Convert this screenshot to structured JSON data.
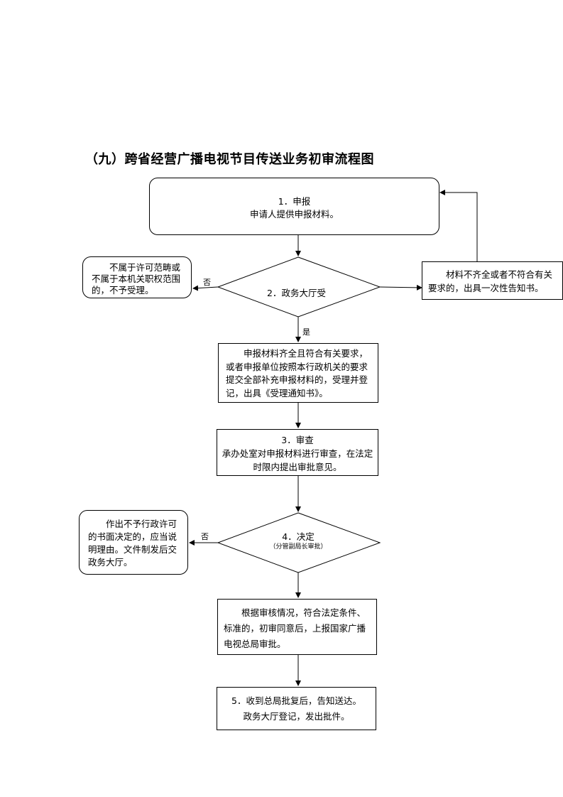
{
  "title": "（九）跨省经营广播电视节目传送业务初审流程图",
  "nodes": {
    "apply": {
      "line1": "1．申报",
      "line2": "申请人提供申报材料。"
    },
    "not_scope": {
      "text": "不属于许可范畴或不属于本机关职权范围的，不予受理。"
    },
    "hall_accept": {
      "text": "2．政务大厅受"
    },
    "incomplete": {
      "text": "材料不齐全或者不符合有关要求的，出具一次性告知书。"
    },
    "accept_register": {
      "text": "申报材料齐全且符合有关要求，或者申报单位按照本行政机关的要求提交全部补充申报材料的，受理并登记，出具《受理通知书》。"
    },
    "review": {
      "line1": "3．审查",
      "line2": "承办处室对申报材料进行审查，在法定时限内提出审批意见。"
    },
    "no_permit": {
      "text": "作出不予行政许可的书面决定的，应当说明理由。文件制发后交政务大厅。"
    },
    "decide": {
      "line1": "4．决定",
      "line2": "（分管副局长审批）"
    },
    "report": {
      "text": "根据审核情况，符合法定条件、标准的，初审同意后，上报国家广播电视总局审批。"
    },
    "deliver": {
      "line1": "5．收到总局批复后，告知送达。",
      "line2": "政务大厅登记，发出批件。"
    }
  },
  "edge_labels": {
    "no1": "否",
    "yes1": "是",
    "no2": "否"
  }
}
